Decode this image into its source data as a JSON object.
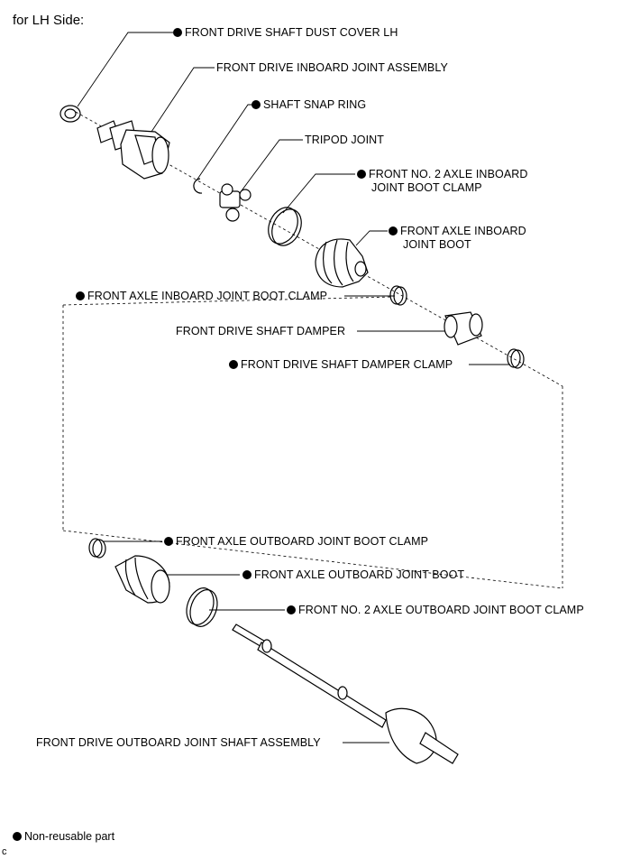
{
  "header": "for LH Side:",
  "labels": {
    "dust_cover": "FRONT DRIVE SHAFT DUST COVER LH",
    "inboard_joint_assembly": "FRONT DRIVE INBOARD JOINT ASSEMBLY",
    "shaft_snap_ring": "SHAFT SNAP RING",
    "tripod_joint": "TRIPOD JOINT",
    "no2_inboard_clamp_line1": "FRONT NO. 2 AXLE INBOARD",
    "no2_inboard_clamp_line2": "JOINT BOOT CLAMP",
    "inboard_boot_line1": "FRONT AXLE INBOARD",
    "inboard_boot_line2": "JOINT BOOT",
    "inboard_boot_clamp": "FRONT AXLE INBOARD JOINT BOOT CLAMP",
    "damper": "FRONT DRIVE SHAFT DAMPER",
    "damper_clamp": "FRONT DRIVE SHAFT DAMPER CLAMP",
    "outboard_boot_clamp": "FRONT AXLE OUTBOARD JOINT BOOT CLAMP",
    "outboard_boot": "FRONT AXLE OUTBOARD JOINT BOOT",
    "no2_outboard_clamp": "FRONT NO. 2 AXLE OUTBOARD JOINT BOOT CLAMP",
    "outboard_shaft_assembly": "FRONT DRIVE OUTBOARD JOINT SHAFT ASSEMBLY"
  },
  "legend": "Non-reusable part",
  "figure_id": "c"
}
